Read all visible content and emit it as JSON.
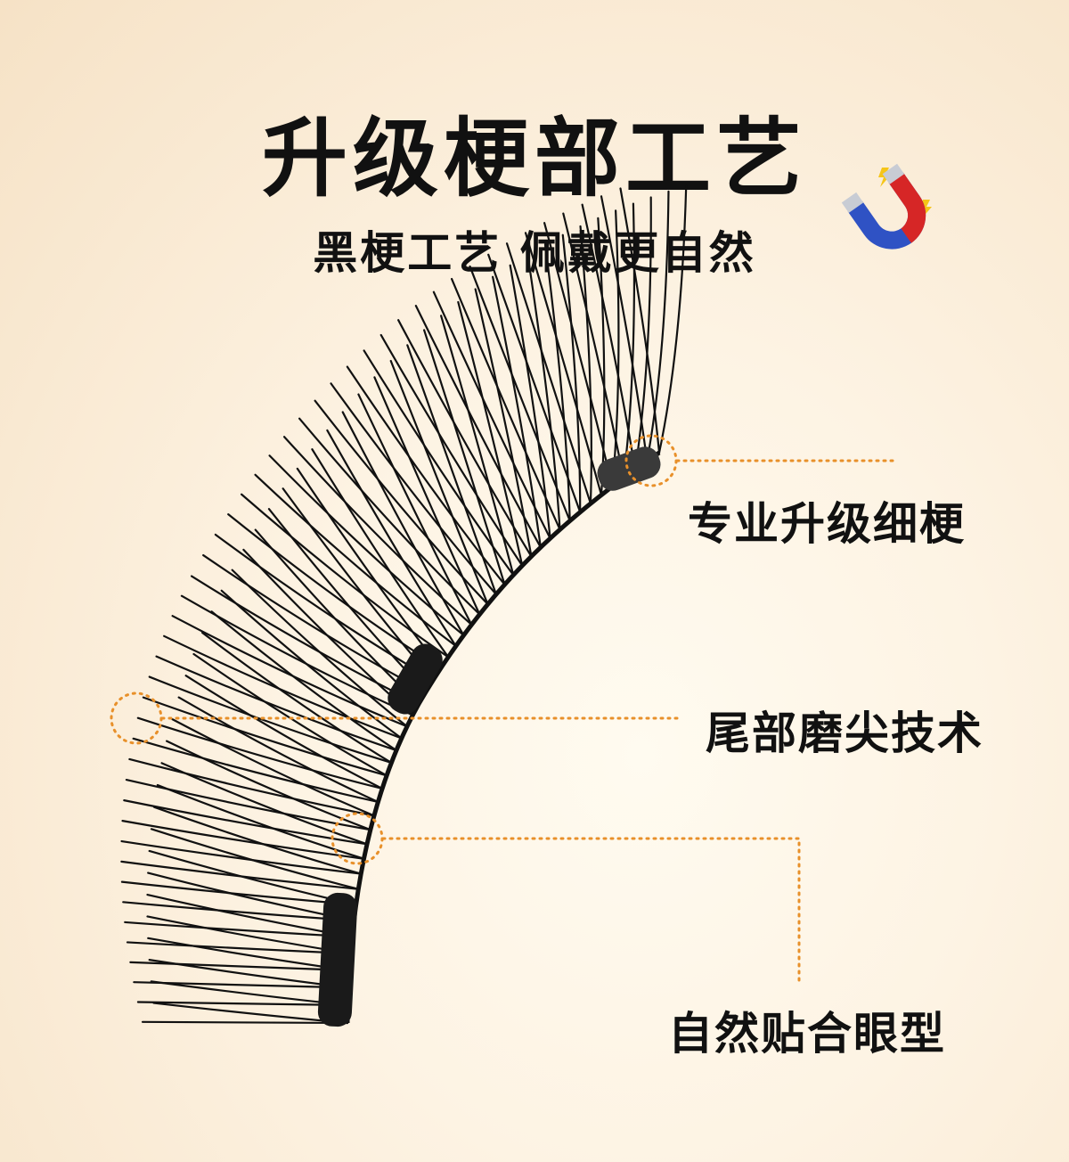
{
  "headline": {
    "title": "升级梗部工艺",
    "subtitle": "黑梗工艺 佩戴更自然"
  },
  "icons": {
    "magnet": "magnet-icon"
  },
  "callouts": [
    {
      "label": "专业升级细梗"
    },
    {
      "label": "尾部磨尖技术"
    },
    {
      "label": "自然贴合眼型"
    }
  ],
  "colors": {
    "accent": "#e8902a",
    "text": "#111111",
    "magnet_red": "#d62626",
    "magnet_blue": "#2f52c4"
  }
}
